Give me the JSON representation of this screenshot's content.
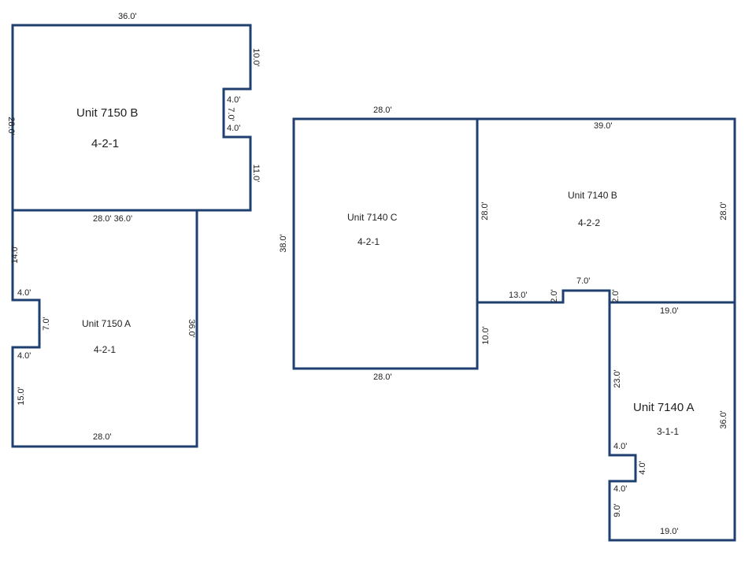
{
  "units": {
    "u7150b": {
      "name": "Unit 7150 B",
      "code": "4-2-1"
    },
    "u7150a": {
      "name": "Unit 7150 A",
      "code": "4-2-1"
    },
    "u7140c": {
      "name": "Unit 7140 C",
      "code": "4-2-1"
    },
    "u7140b": {
      "name": "Unit 7140 B",
      "code": "4-2-2"
    },
    "u7140a": {
      "name": "Unit 7140 A",
      "code": "3-1-1"
    }
  },
  "dims": {
    "b_top": "36.0'",
    "b_left": "28.0'",
    "b_r1": "10.0'",
    "b_n1": "4.0'",
    "b_n2": "7.0'",
    "b_n3": "4.0'",
    "b_r2": "11.0'",
    "shared_ab": "28.0' 36.0'",
    "a_l1": "14.0'",
    "a_n1": "4.0'",
    "a_n2": "7.0'",
    "a_n3": "4.0'",
    "a_l2": "15.0'",
    "a_right": "36.0'",
    "a_bottom": "28.0'",
    "c_top": "28.0'",
    "c_left": "38.0'",
    "c_r1": "28.0'",
    "c_r2": "10.0'",
    "c_bottom": "28.0'",
    "b2_top": "39.0'",
    "b2_right": "28.0'",
    "b2_s1": "13.0'",
    "b2_s2": "2.0'",
    "b2_s3": "7.0'",
    "b2_s4": "2.0'",
    "b2_s5": "19.0'",
    "a2_l1": "23.0'",
    "a2_n1": "4.0'",
    "a2_n2": "4.0'",
    "a2_n3": "4.0'",
    "a2_l2": "9.0'",
    "a2_right": "36.0'",
    "a2_bottom": "19.0'"
  }
}
